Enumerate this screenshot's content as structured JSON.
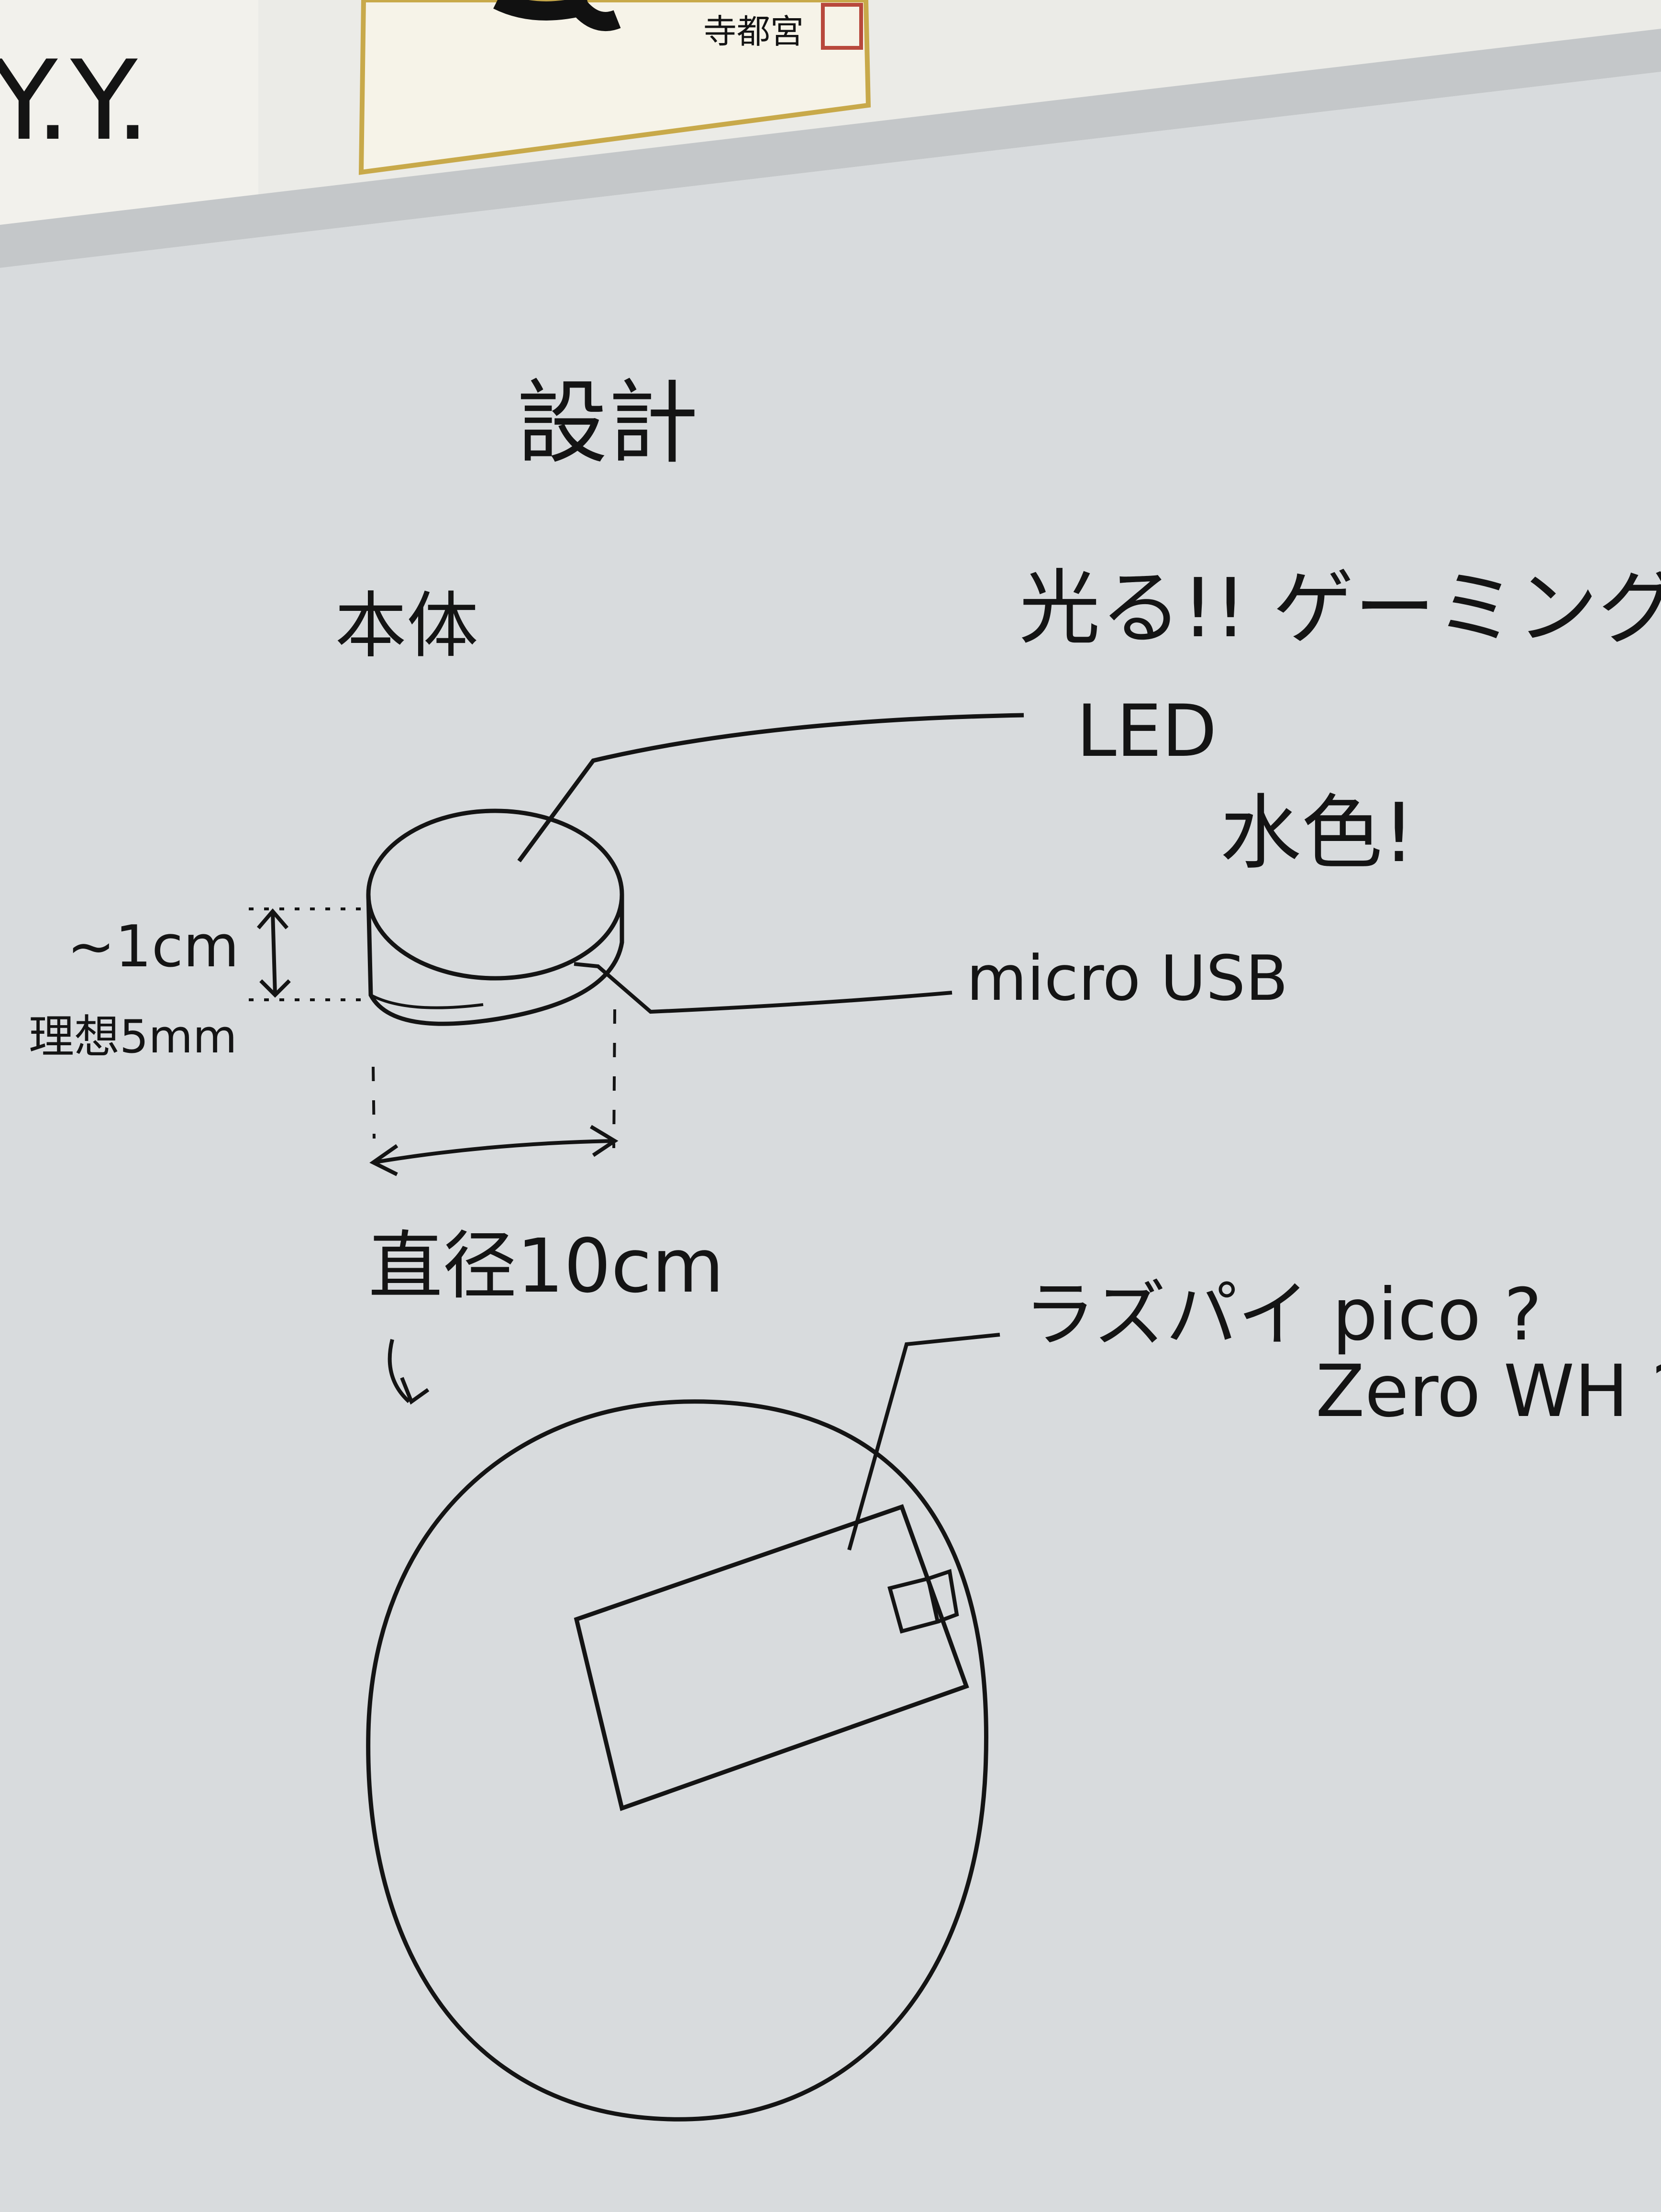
{
  "colors": {
    "wall": "#efefec",
    "board": "#d6dadc",
    "frame": "#c4c7c9",
    "ink": "#141414",
    "paper": "#f6f3e8",
    "paper_border": "#c8a94a",
    "seal": "#b8483c"
  },
  "top_note": {
    "text": "Y.Y."
  },
  "shikishi": {
    "signature": "寺都宮"
  },
  "whiteboard": {
    "title": "設計",
    "body_label": "本体",
    "glow_label": "光る!! ゲーミング",
    "led_label": "LED",
    "color_label": "水色!",
    "height_label": "~1cm",
    "ideal_label": "理想5mm",
    "usb_label": "micro USB",
    "diameter_label": "直径10cm",
    "board_label": "ラズパイ pico ?",
    "board_alt_label": "Zero WH ?"
  }
}
